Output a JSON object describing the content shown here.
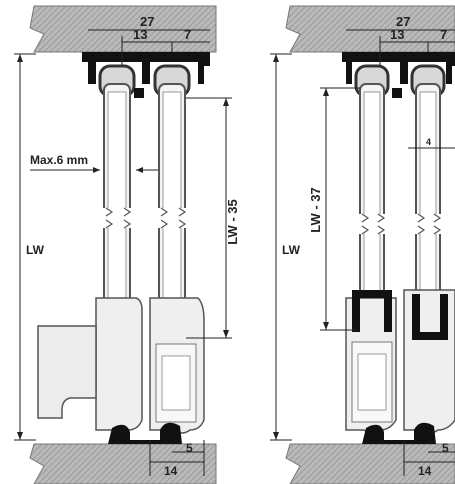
{
  "left_drawing": {
    "dim_overall_width": "27",
    "dim_center": "13",
    "dim_right": "7",
    "label_gap": "Max.6 mm",
    "label_height_vertical": "LW - 35",
    "label_lw": "LW",
    "dim_bottom_small": "5",
    "dim_bottom_width": "14"
  },
  "right_drawing": {
    "dim_overall_width": "27",
    "dim_center": "13",
    "dim_right": "7",
    "dim_small": "4",
    "label_height_vertical": "LW - 37",
    "label_lw": "LW",
    "dim_bottom_small": "5",
    "dim_bottom_width": "14"
  },
  "colors": {
    "structure": "#9a9a9a",
    "profile": "#111111",
    "panel": "#f4f4f4",
    "outline": "#555555",
    "text": "#222222"
  }
}
